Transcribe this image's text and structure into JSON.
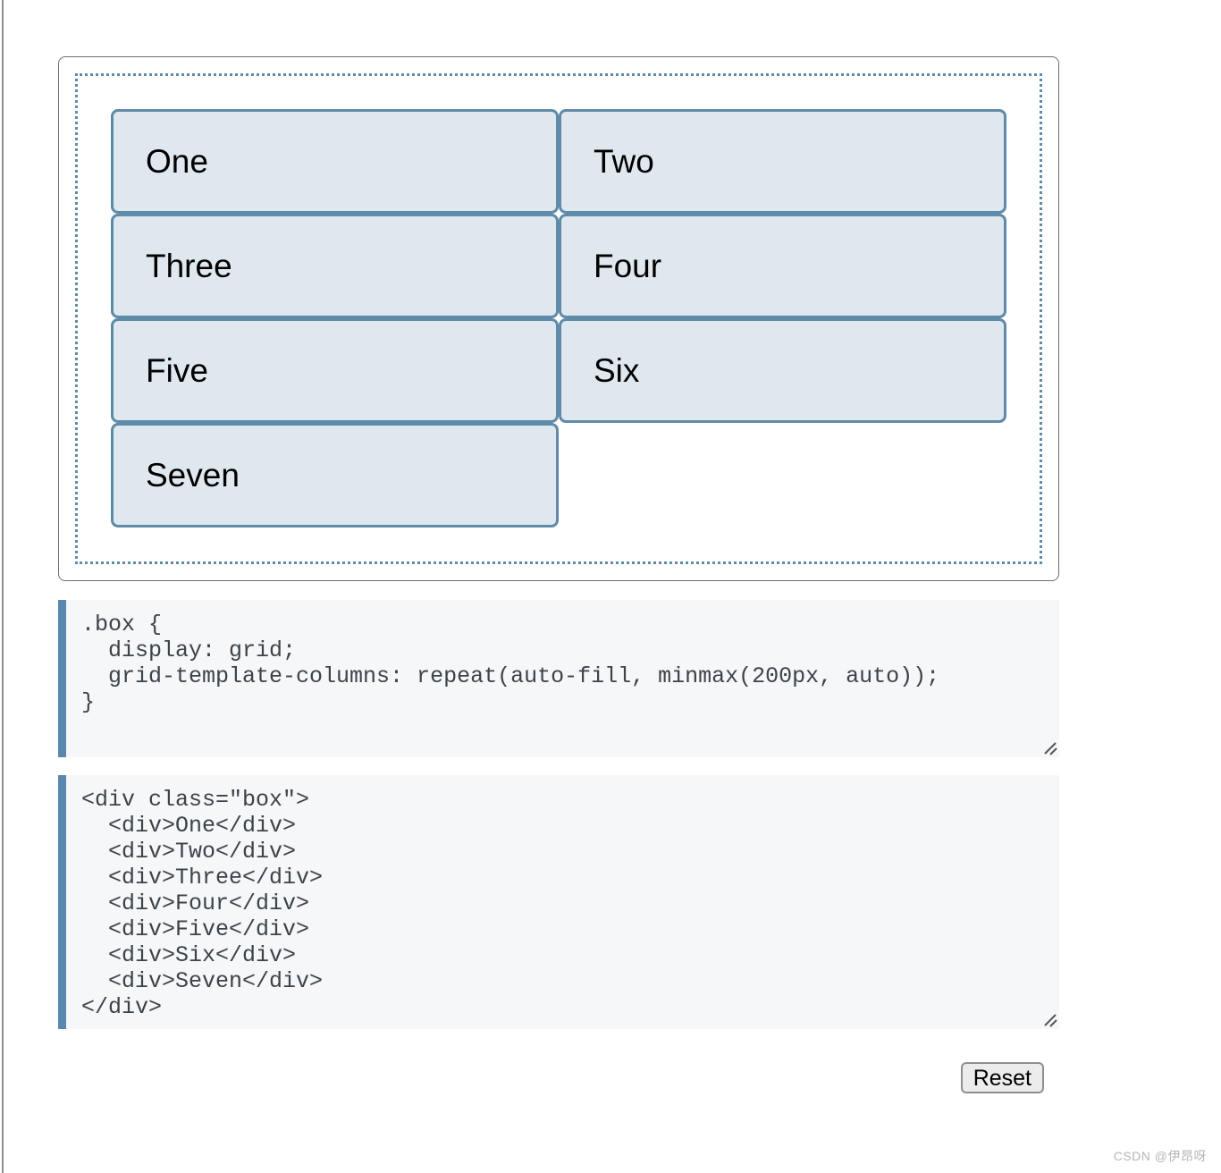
{
  "demo": {
    "items": [
      "One",
      "Two",
      "Three",
      "Four",
      "Five",
      "Six",
      "Seven"
    ]
  },
  "editors": {
    "css": {
      "code": ".box {\n  display: grid;\n  grid-template-columns: repeat(auto-fill, minmax(200px, auto));\n}"
    },
    "html": {
      "code": "<div class=\"box\">\n  <div>One</div>\n  <div>Two</div>\n  <div>Three</div>\n  <div>Four</div>\n  <div>Five</div>\n  <div>Six</div>\n  <div>Seven</div>\n</div>"
    }
  },
  "controls": {
    "reset_label": "Reset"
  },
  "watermark": "CSDN @伊昂呀",
  "colors": {
    "accent": "#608ba8",
    "item_background": "#dfe8ee",
    "editor_accent": "#5a87af",
    "editor_background": "#f5f7f9"
  }
}
